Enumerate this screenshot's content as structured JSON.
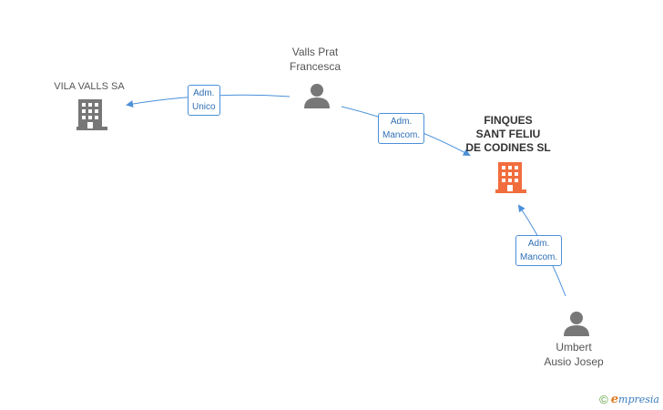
{
  "nodes": {
    "vila_valls": {
      "label": "VILA VALLS SA",
      "icon": "building-icon",
      "color": "#777777"
    },
    "valls_prat": {
      "label_line1": "Valls Prat",
      "label_line2": "Francesca",
      "icon": "person-icon",
      "color": "#777777"
    },
    "finques": {
      "label_line1": "FINQUES",
      "label_line2": "SANT FELIU",
      "label_line3": "DE CODINES SL",
      "icon": "building-icon",
      "color": "#f26d3d"
    },
    "umbert": {
      "label_line1": "Umbert",
      "label_line2": "Ausio Josep",
      "icon": "person-icon",
      "color": "#777777"
    }
  },
  "edges": {
    "e1": {
      "line1": "Adm.",
      "line2": "Unico"
    },
    "e2": {
      "line1": "Adm.",
      "line2": "Mancom."
    },
    "e3": {
      "line1": "Adm.",
      "line2": "Mancom."
    }
  },
  "colors": {
    "edge": "#4a90d9",
    "person": "#777777",
    "company": "#777777",
    "focus_company": "#f26d3d"
  },
  "watermark": {
    "copyright": "©",
    "brand_initial": "e",
    "brand_rest": "mpresia"
  }
}
